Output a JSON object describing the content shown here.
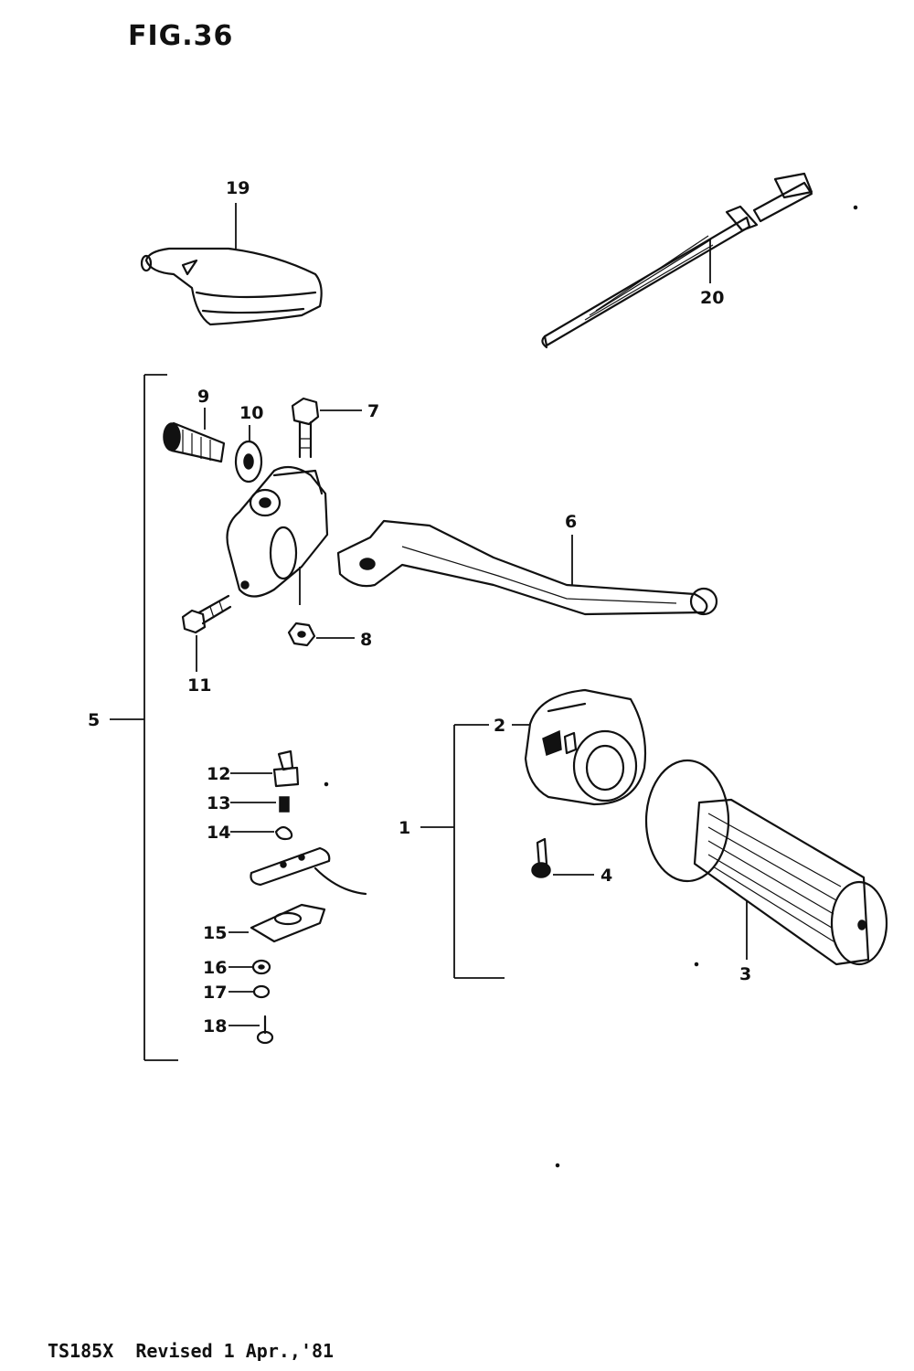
{
  "figure": {
    "title": "FIG.36"
  },
  "footer": {
    "text": "TS185X  Revised 1 Apr.,'81"
  },
  "callouts": {
    "c1": "1",
    "c2": "2",
    "c3": "3",
    "c4": "4",
    "c5": "5",
    "c6": "6",
    "c7": "7",
    "c8": "8",
    "c9": "9",
    "c10": "10",
    "c11": "11",
    "c12": "12",
    "c13": "13",
    "c14": "14",
    "c15": "15",
    "c16": "16",
    "c17": "17",
    "c18": "18",
    "c19": "19",
    "c20": "20"
  }
}
